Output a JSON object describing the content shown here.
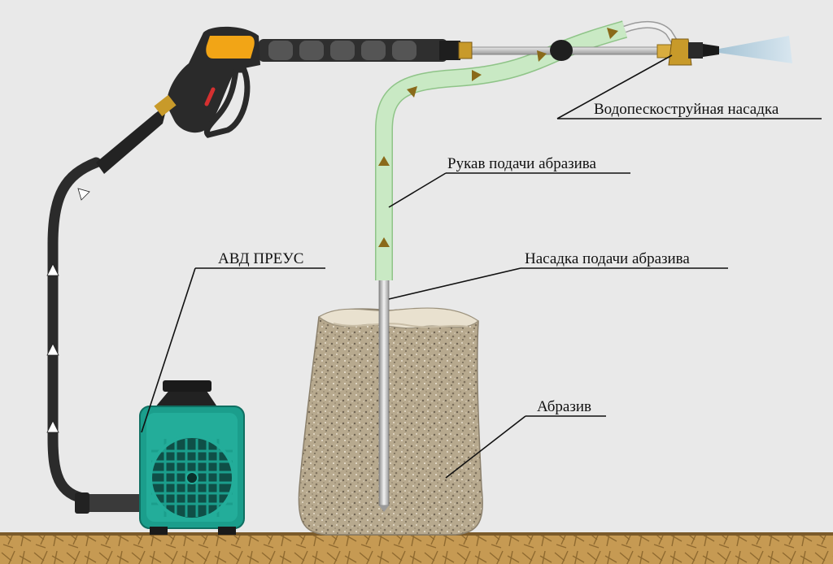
{
  "labels": {
    "nozzle": "Водопескоструйная насадка",
    "hose": "Рукав подачи абразива",
    "feed_nozzle": "Насадка подачи абразива",
    "washer": "АВД ПРЕУС",
    "abrasive": "Абразив"
  },
  "colors": {
    "background": "#e9e9e9",
    "hose_black": "#2b2b2b",
    "abrasive_hose": "#c9e9c4",
    "washer_body": "#1b9e8c",
    "gun_accent": "#f2a516",
    "brass": "#c89a2a",
    "sand": "#b6a88d",
    "ground": "#c79a52",
    "flow_arrow_abrasive": "#8a6a1a",
    "flow_arrow_water": "#ffffff",
    "spray": "#b9d4e4"
  },
  "icons": {
    "washer": "pressure-washer-icon",
    "gun": "spray-gun-icon",
    "sack": "abrasive-sack-icon"
  }
}
